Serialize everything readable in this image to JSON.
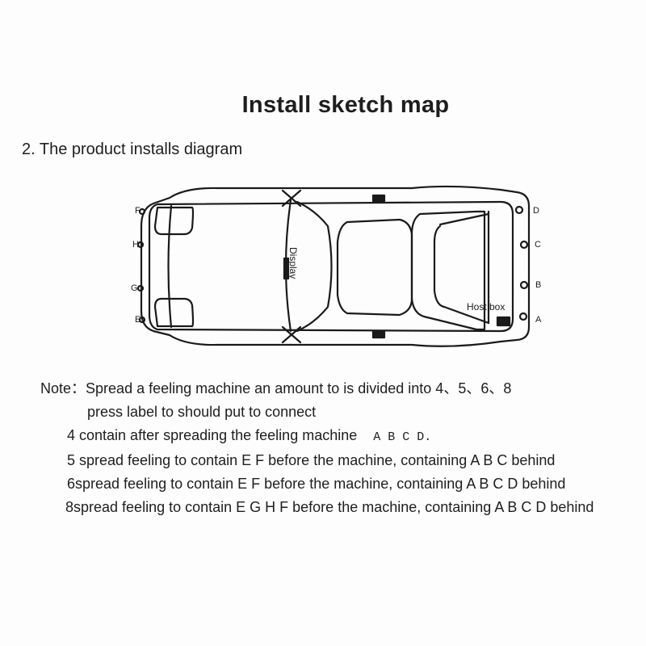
{
  "title": "Install sketch map",
  "subtitle": "2.  The product installs diagram",
  "diagram": {
    "labels": {
      "display": "Display",
      "host_box": "Host box"
    },
    "front_sensors": [
      "F",
      "H",
      "G",
      "E"
    ],
    "rear_sensors": [
      "D",
      "C",
      "B",
      "A"
    ]
  },
  "notes": {
    "prefix": "Note：",
    "line1": "Spread a feeling machine an amount to is divided into 4、5、6、8",
    "line2": "press label to should put to connect",
    "line3_text": "4 contain after spreading the feeling machine",
    "line3_sensors": "A B C D.",
    "line4": "5 spread feeling to contain E F before the machine, containing A B C behind",
    "line5": "6spread feeling to contain E F before the machine, containing A B C D behind",
    "line6": "8spread feeling to contain E G H F before the machine, containing A B C D  behind"
  }
}
